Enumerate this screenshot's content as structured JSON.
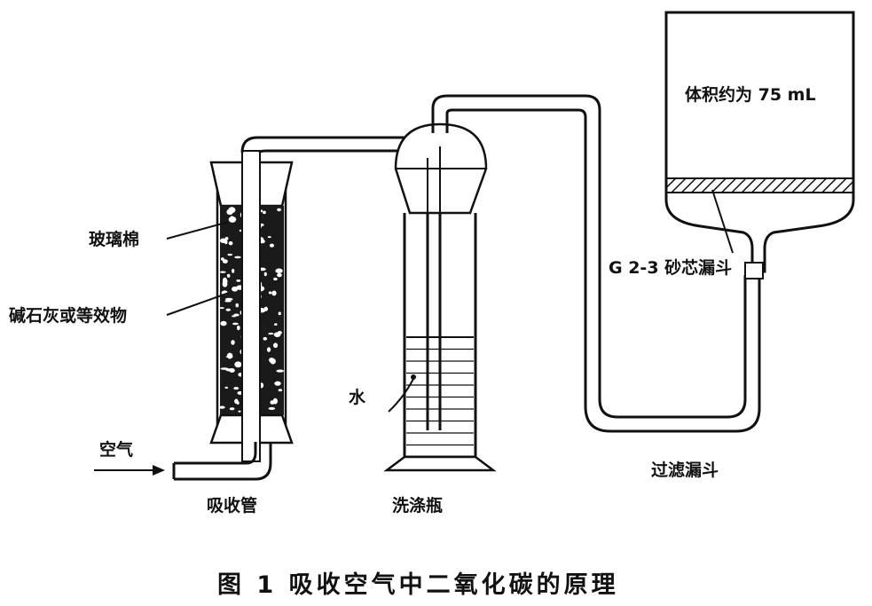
{
  "labels": {
    "glass_wool": "玻璃棉",
    "soda_lime": "碱石灰或等效物",
    "air": "空气",
    "absorption_tube": "吸收管",
    "water": "水",
    "wash_bottle": "洗涤瓶",
    "frit_funnel": "G 2-3 砂芯漏斗",
    "volume": "体积约为 75 mL",
    "filter_funnel": "过滤漏斗"
  },
  "caption": "图 1   吸收空气中二氧化碳的原理"
}
